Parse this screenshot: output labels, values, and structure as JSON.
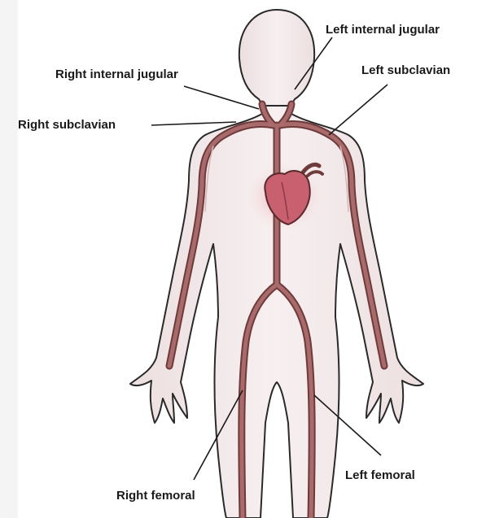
{
  "labels": {
    "left_internal_jugular": "Left internal jugular",
    "right_internal_jugular": "Right internal jugular",
    "left_subclavian": "Left subclavian",
    "right_subclavian": "Right subclavian",
    "left_femoral": "Left femoral",
    "right_femoral": "Right femoral"
  },
  "colors": {
    "body_fill": "#f3e9ea",
    "body_outline": "#2a2a2a",
    "vessel_fill": "#9a5a5a",
    "vessel_highlight": "#c99a9a",
    "heart": "#c86070",
    "heart_glow": "#e07a8a",
    "leader_line": "#1a1a1a"
  }
}
